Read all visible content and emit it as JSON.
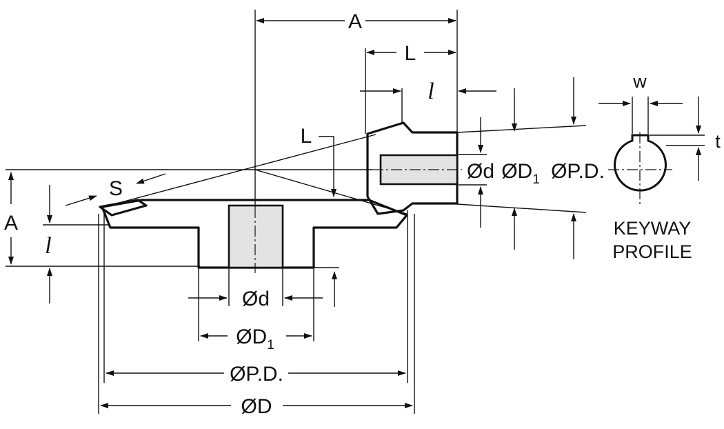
{
  "labels": {
    "a_top": "A",
    "l_top": "L",
    "l_italic_top": "l",
    "l_side": "L",
    "s": "S",
    "a_left": "A",
    "l_italic_left": "l",
    "d_bottom": "Ød",
    "d1_bottom_main": "ØD",
    "d1_bottom_sub": "1",
    "pd_bottom": "ØP.D.",
    "od_bottom": "ØD",
    "d_pinion": "Ød",
    "d1_pinion_main": "ØD",
    "d1_pinion_sub": "1",
    "pd_pinion": "ØP.D.",
    "w": "w",
    "t": "t",
    "keyway_line1": "KEYWAY",
    "keyway_line2": "PROFILE"
  },
  "colors": {
    "ink": "#111111",
    "hub_fill": "#d9d9d9",
    "body_fill": "#f4f4f4",
    "hatch": "#555555"
  }
}
